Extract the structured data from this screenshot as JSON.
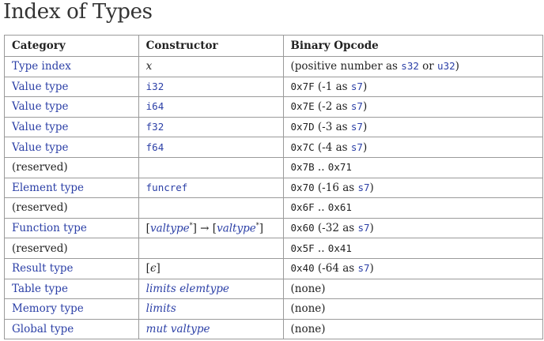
{
  "title": "Index of Types",
  "headers": {
    "category": "Category",
    "constructor": "Constructor",
    "opcode": "Binary Opcode"
  },
  "rows": [
    {
      "category": "Type index",
      "category_link": true,
      "constructor": [
        {
          "t": "x",
          "k": "it"
        }
      ],
      "opcode": [
        {
          "t": "(positive number as ",
          "k": "text"
        },
        {
          "t": "s32",
          "k": "codelink"
        },
        {
          "t": " or ",
          "k": "text"
        },
        {
          "t": "u32",
          "k": "codelink"
        },
        {
          "t": ")",
          "k": "text"
        }
      ]
    },
    {
      "category": "Value type",
      "category_link": true,
      "constructor": [
        {
          "t": "i32",
          "k": "codelink"
        }
      ],
      "opcode": [
        {
          "t": "0x7F",
          "k": "mono"
        },
        {
          "t": " (-1 as ",
          "k": "text"
        },
        {
          "t": "s7",
          "k": "codelink"
        },
        {
          "t": ")",
          "k": "text"
        }
      ]
    },
    {
      "category": "Value type",
      "category_link": true,
      "constructor": [
        {
          "t": "i64",
          "k": "codelink"
        }
      ],
      "opcode": [
        {
          "t": "0x7E",
          "k": "mono"
        },
        {
          "t": " (-2 as ",
          "k": "text"
        },
        {
          "t": "s7",
          "k": "codelink"
        },
        {
          "t": ")",
          "k": "text"
        }
      ]
    },
    {
      "category": "Value type",
      "category_link": true,
      "constructor": [
        {
          "t": "f32",
          "k": "codelink"
        }
      ],
      "opcode": [
        {
          "t": "0x7D",
          "k": "mono"
        },
        {
          "t": " (-3 as ",
          "k": "text"
        },
        {
          "t": "s7",
          "k": "codelink"
        },
        {
          "t": ")",
          "k": "text"
        }
      ]
    },
    {
      "category": "Value type",
      "category_link": true,
      "constructor": [
        {
          "t": "f64",
          "k": "codelink"
        }
      ],
      "opcode": [
        {
          "t": "0x7C",
          "k": "mono"
        },
        {
          "t": " (-4 as ",
          "k": "text"
        },
        {
          "t": "s7",
          "k": "codelink"
        },
        {
          "t": ")",
          "k": "text"
        }
      ]
    },
    {
      "category": "(reserved)",
      "category_link": false,
      "constructor": [],
      "opcode": [
        {
          "t": "0x7B",
          "k": "mono"
        },
        {
          "t": " .. ",
          "k": "text"
        },
        {
          "t": "0x71",
          "k": "mono"
        }
      ]
    },
    {
      "category": "Element type",
      "category_link": true,
      "constructor": [
        {
          "t": "funcref",
          "k": "codelink"
        }
      ],
      "opcode": [
        {
          "t": "0x70",
          "k": "mono"
        },
        {
          "t": " (-16 as ",
          "k": "text"
        },
        {
          "t": "s7",
          "k": "codelink"
        },
        {
          "t": ")",
          "k": "text"
        }
      ]
    },
    {
      "category": "(reserved)",
      "category_link": false,
      "constructor": [],
      "opcode": [
        {
          "t": "0x6F",
          "k": "mono"
        },
        {
          "t": " .. ",
          "k": "text"
        },
        {
          "t": "0x61",
          "k": "mono"
        }
      ]
    },
    {
      "category": "Function type",
      "category_link": true,
      "constructor": [
        {
          "t": "[",
          "k": "text"
        },
        {
          "t": "valtype",
          "k": "itlink"
        },
        {
          "t": "*",
          "k": "sup"
        },
        {
          "t": "] → [",
          "k": "text"
        },
        {
          "t": "valtype",
          "k": "itlink"
        },
        {
          "t": "*",
          "k": "sup"
        },
        {
          "t": "]",
          "k": "text"
        }
      ],
      "opcode": [
        {
          "t": "0x60",
          "k": "mono"
        },
        {
          "t": " (-32 as ",
          "k": "text"
        },
        {
          "t": "s7",
          "k": "codelink"
        },
        {
          "t": ")",
          "k": "text"
        }
      ]
    },
    {
      "category": "(reserved)",
      "category_link": false,
      "constructor": [],
      "opcode": [
        {
          "t": "0x5F",
          "k": "mono"
        },
        {
          "t": " .. ",
          "k": "text"
        },
        {
          "t": "0x41",
          "k": "mono"
        }
      ]
    },
    {
      "category": "Result type",
      "category_link": true,
      "constructor": [
        {
          "t": "[",
          "k": "text"
        },
        {
          "t": "ϵ",
          "k": "it"
        },
        {
          "t": "]",
          "k": "text"
        }
      ],
      "opcode": [
        {
          "t": "0x40",
          "k": "mono"
        },
        {
          "t": " (-64 as ",
          "k": "text"
        },
        {
          "t": "s7",
          "k": "codelink"
        },
        {
          "t": ")",
          "k": "text"
        }
      ]
    },
    {
      "category": "Table type",
      "category_link": true,
      "constructor": [
        {
          "t": "limits",
          "k": "itlink"
        },
        {
          "t": " ",
          "k": "text"
        },
        {
          "t": "elemtype",
          "k": "itlink"
        }
      ],
      "opcode": [
        {
          "t": "(none)",
          "k": "text"
        }
      ]
    },
    {
      "category": "Memory type",
      "category_link": true,
      "constructor": [
        {
          "t": "limits",
          "k": "itlink"
        }
      ],
      "opcode": [
        {
          "t": "(none)",
          "k": "text"
        }
      ]
    },
    {
      "category": "Global type",
      "category_link": true,
      "constructor": [
        {
          "t": "mut",
          "k": "itlink"
        },
        {
          "t": " ",
          "k": "text"
        },
        {
          "t": "valtype",
          "k": "itlink"
        }
      ],
      "opcode": [
        {
          "t": "(none)",
          "k": "text"
        }
      ]
    }
  ]
}
